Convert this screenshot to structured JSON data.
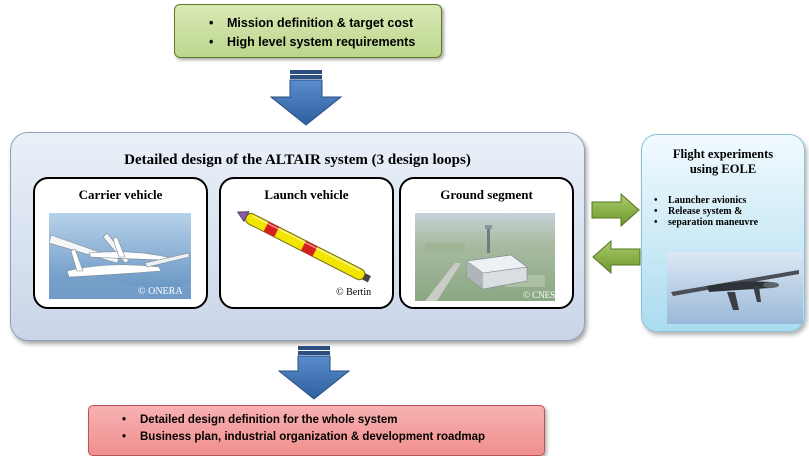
{
  "top_box": {
    "items": [
      "Mission definition & target cost",
      "High level system requirements"
    ]
  },
  "design_box": {
    "title": "Detailed design of the ALTAIR system (3 design loops)",
    "panels": [
      {
        "title": "Carrier vehicle",
        "credit": "© ONERA"
      },
      {
        "title": "Launch vehicle",
        "credit": "© Bertin"
      },
      {
        "title": "Ground segment",
        "credit": "© CNES"
      }
    ]
  },
  "flight_box": {
    "title_line1": "Flight experiments",
    "title_line2": "using EOLE",
    "items": [
      "Launcher avionics",
      "Release system &",
      "separation maneuvre"
    ]
  },
  "bottom_box": {
    "items": [
      "Detailed design definition for the whole system",
      "Business plan, industrial organization & development roadmap"
    ]
  },
  "colors": {
    "top_box": "#c6dc9c",
    "design_box": "#d6e0ee",
    "flight_box": "#c8e8f5",
    "bottom_box": "#f4a0a0",
    "arrow_down": "#3e73b8",
    "arrow_side": "#8bb24a"
  }
}
